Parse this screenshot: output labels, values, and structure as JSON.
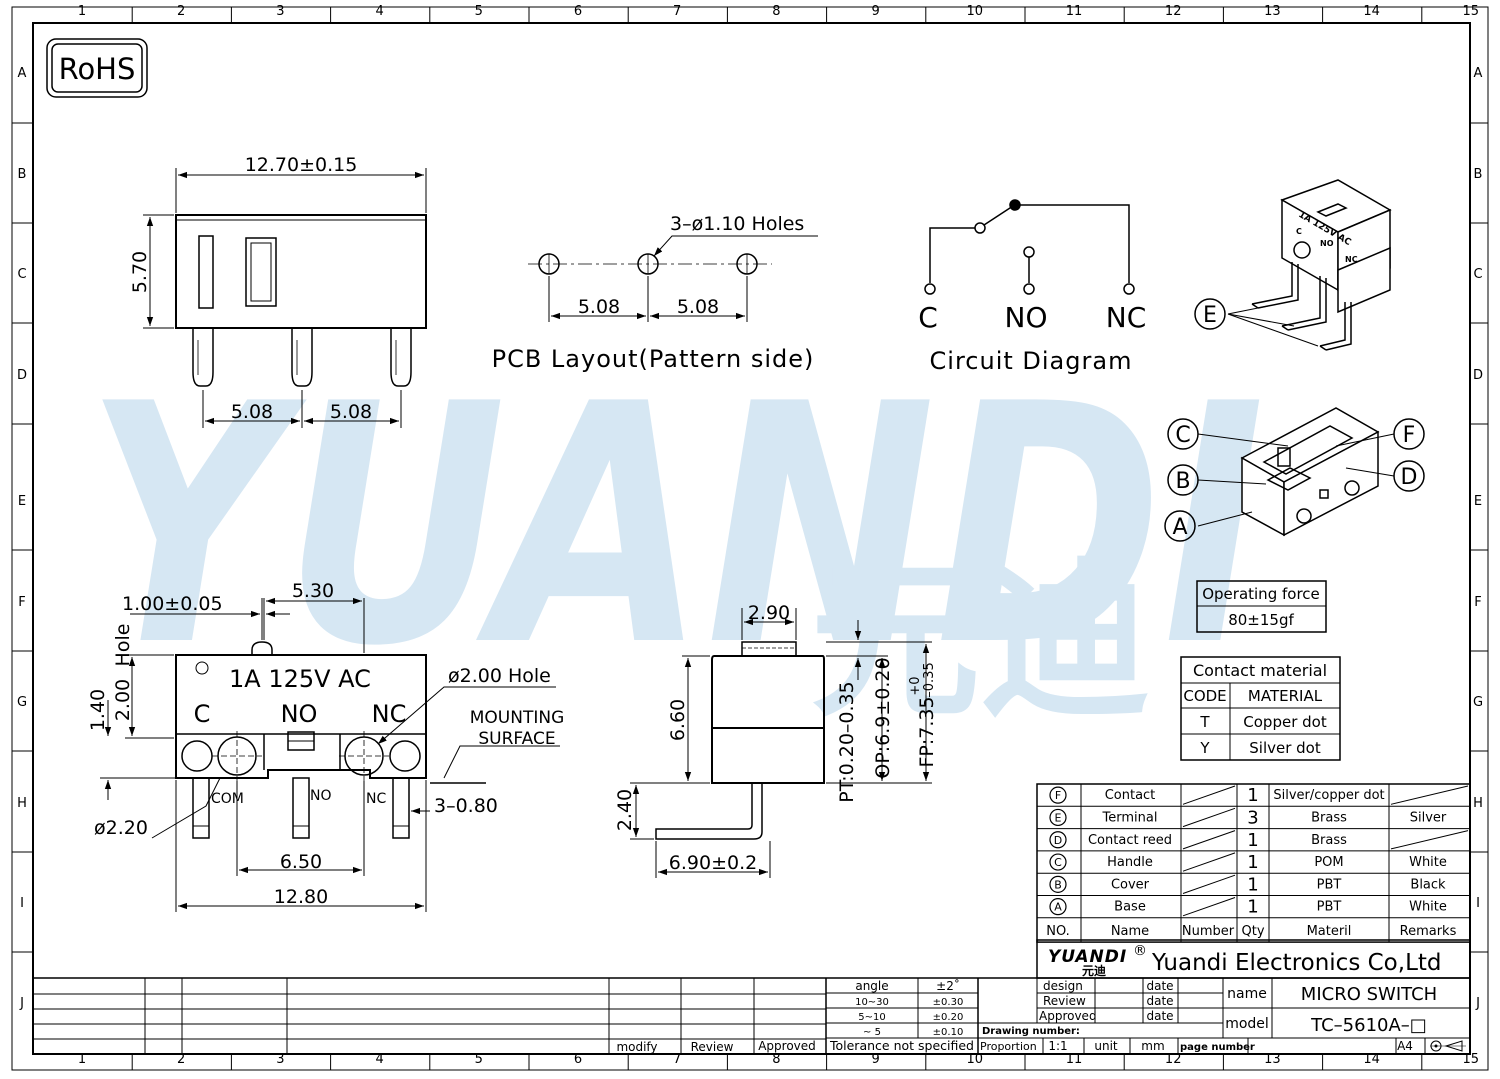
{
  "grid": {
    "cols": [
      "1",
      "2",
      "3",
      "4",
      "5",
      "6",
      "7",
      "8",
      "9",
      "10",
      "11",
      "12",
      "13",
      "14",
      "15"
    ],
    "rows": [
      "A",
      "B",
      "C",
      "D",
      "E",
      "F",
      "G",
      "H",
      "I",
      "J"
    ]
  },
  "watermark": {
    "latin": "YUANDI",
    "cjk": "元迪",
    "color": "#cfe3f2"
  },
  "rohs": "RoHS",
  "front_view": {
    "width_dim": "12.70±0.15",
    "height_dim": "5.70",
    "pitch_left": "5.08",
    "pitch_right": "5.08"
  },
  "pcb_layout": {
    "holes_note": "3–ø1.10  Holes",
    "pitch_left": "5.08",
    "pitch_right": "5.08",
    "title": "PCB  Layout(Pattern  side)"
  },
  "circuit": {
    "c": "C",
    "no": "NO",
    "nc": "NC",
    "title": "Circuit  Diagram"
  },
  "side_view": {
    "pin_dia": "1.00±0.05",
    "offset": "5.30",
    "hole_label": "Hole",
    "dim_200": "2.00",
    "dim_140": "1.40",
    "rating": "1A 125V AC",
    "label_c": "C",
    "label_no": "NO",
    "label_nc": "NC",
    "hole_note": "ø2.00  Hole",
    "mounting1": "MOUNTING",
    "mounting2": "SURFACE",
    "com": "COM",
    "no_small": "NO",
    "nc_small": "NC",
    "pin_thk": "3–0.80",
    "boss_dia": "ø2.20",
    "hole_pitch": "6.50",
    "total_len": "12.80"
  },
  "end_view": {
    "top_w": "2.90",
    "body_h": "6.60",
    "pin_h": "2.40",
    "pin_len": "6.90±0.2",
    "pt": "PT:0.20–0.35",
    "op": "OP:6.9±0.20",
    "fp": "FP:7.35",
    "fp_sup": "+0",
    "fp_sub": "–0.35"
  },
  "iso_labels": {
    "a": "A",
    "b": "B",
    "c": "C",
    "d": "D",
    "e": "E",
    "f": "F"
  },
  "iso_marks": {
    "rating": "1A 125V AC",
    "c": "C",
    "no": "NO",
    "nc": "NC"
  },
  "operating_force": {
    "label": "Operating  force",
    "value": "80±15gf"
  },
  "contact_material": {
    "title": "Contact  material",
    "headers": [
      "CODE",
      "MATERIAL"
    ],
    "rows": [
      [
        "T",
        "Copper  dot"
      ],
      [
        "Y",
        "Silver  dot"
      ]
    ]
  },
  "bom": {
    "rows": [
      {
        "no": "F",
        "name": "Contact",
        "qty": "1",
        "material": "Silver/copper dot",
        "remarks": ""
      },
      {
        "no": "E",
        "name": "Terminal",
        "qty": "3",
        "material": "Brass",
        "remarks": "Silver"
      },
      {
        "no": "D",
        "name": "Contact reed",
        "qty": "1",
        "material": "Brass",
        "remarks": ""
      },
      {
        "no": "C",
        "name": "Handle",
        "qty": "1",
        "material": "POM",
        "remarks": "White"
      },
      {
        "no": "B",
        "name": "Cover",
        "qty": "1",
        "material": "PBT",
        "remarks": "Black"
      },
      {
        "no": "A",
        "name": "Base",
        "qty": "1",
        "material": "PBT",
        "remarks": "White"
      }
    ],
    "header": {
      "no": "NO.",
      "name": "Name",
      "number": "Number",
      "qty": "Qty",
      "material": "Materil",
      "remarks": "Remarks"
    }
  },
  "company": {
    "logo": "YUANDI",
    "logo_reg": "®",
    "logo_cjk": "元迪",
    "name": "Yuandi Electronics Co,Ltd"
  },
  "title_block": {
    "design": "design",
    "review": "Review",
    "approved": "Approved",
    "date": "date",
    "name_label": "name",
    "name_value": "MICRO  SWITCH",
    "model_label": "model",
    "model_value": "TC–5610A–□",
    "drawing_number": "Drawing number:",
    "proportion": "Proportion",
    "proportion_value": "1:1",
    "unit": "unit",
    "unit_value": "mm",
    "page_number": "page number",
    "sheet_size": "A4",
    "tolerance": {
      "rows": [
        [
          "angle",
          "±2˚"
        ],
        [
          "10~30",
          "±0.30"
        ],
        [
          "5~10",
          "±0.20"
        ],
        [
          "~ 5",
          "±0.10"
        ]
      ],
      "footer": "Tolerance  not  specified"
    },
    "revision": {
      "modify": "modify",
      "review": "Review",
      "approved": "Approved"
    }
  }
}
